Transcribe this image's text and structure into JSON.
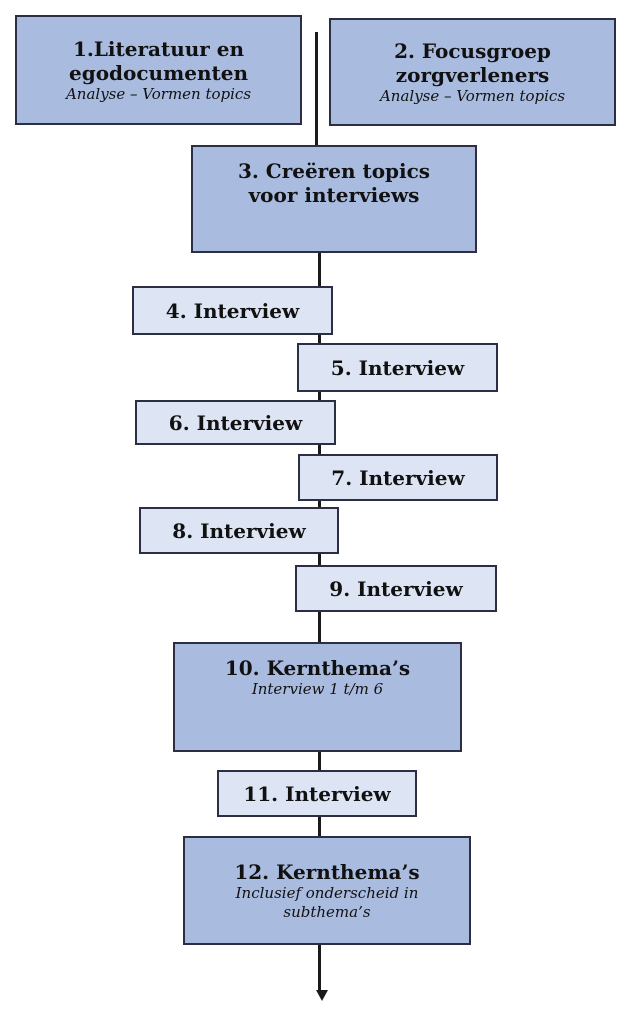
{
  "steps": [
    {
      "title_1": "1.Literatuur en",
      "title_2": "egodocumenten",
      "sub_1": "Analyse – Vormen topics"
    },
    {
      "title_1": "2. Focusgroep",
      "title_2": "zorgverleners",
      "sub_1": "Analyse – Vormen topics"
    },
    {
      "title_1": "3. Creëren topics",
      "title_2": "voor interviews"
    },
    {
      "title_1": "4. Interview"
    },
    {
      "title_1": "5. Interview"
    },
    {
      "title_1": "6. Interview"
    },
    {
      "title_1": "7. Interview"
    },
    {
      "title_1": "8. Interview"
    },
    {
      "title_1": "9. Interview"
    },
    {
      "title_1": "10. Kernthema’s",
      "sub_1": "Interview 1 t/m 6"
    },
    {
      "title_1": "11. Interview"
    },
    {
      "title_1": "12. Kernthema’s",
      "sub_1": "Inclusief onderscheid in",
      "sub_2": "subthema’s"
    }
  ],
  "colors": {
    "box_dark_fill": "#a9bbdf",
    "box_light_fill": "#dde5f4",
    "box_border": "#2c2f44",
    "connector": "#1a1a1a"
  }
}
